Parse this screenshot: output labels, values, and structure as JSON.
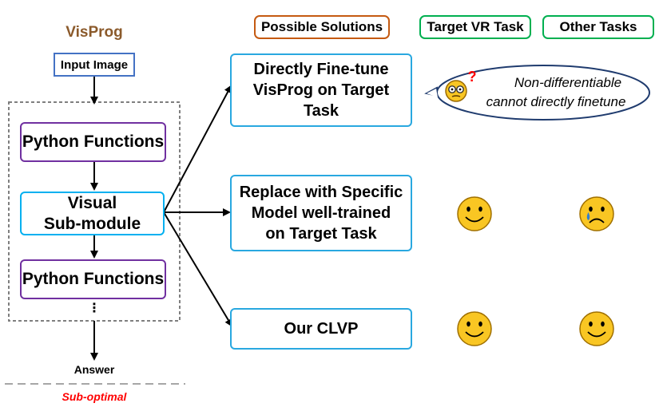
{
  "left": {
    "title": "VisProg",
    "input": "Input Image",
    "python_top": "Python Functions",
    "visual_line1": "Visual",
    "visual_line2": "Sub-module",
    "python_bottom": "Python Functions",
    "ellipsis": "⋮",
    "answer": "Answer",
    "verdict": "Sub-optimal"
  },
  "headers": {
    "solutions": "Possible Solutions",
    "target": "Target VR Task",
    "other": "Other Tasks"
  },
  "solutions": [
    {
      "line1": "Directly Fine-tune",
      "line2": "VisProg on Target",
      "line3": "Task"
    },
    {
      "line1": "Replace with Specific",
      "line2": "Model well-trained",
      "line3": "on Target Task"
    },
    {
      "line1": "Our CLVP"
    }
  ],
  "callout": {
    "line1": "Non-differentiable",
    "line2": "cannot directly finetune",
    "mark": "?"
  },
  "faces": [
    {
      "row": 2,
      "column": "target",
      "icon": "smiley-face-icon"
    },
    {
      "row": 2,
      "column": "other",
      "icon": "crying-face-icon"
    },
    {
      "row": 3,
      "column": "target",
      "icon": "smiley-face-icon"
    },
    {
      "row": 3,
      "column": "other",
      "icon": "smiley-face-icon"
    }
  ],
  "colors": {
    "title": "#8b5a2b",
    "verdict": "#ff0000",
    "face": "#f9c623",
    "blue_border": "#00b0f0",
    "purple_border": "#7030a0",
    "orange_border": "#c55a11",
    "green_border": "#00b050"
  }
}
